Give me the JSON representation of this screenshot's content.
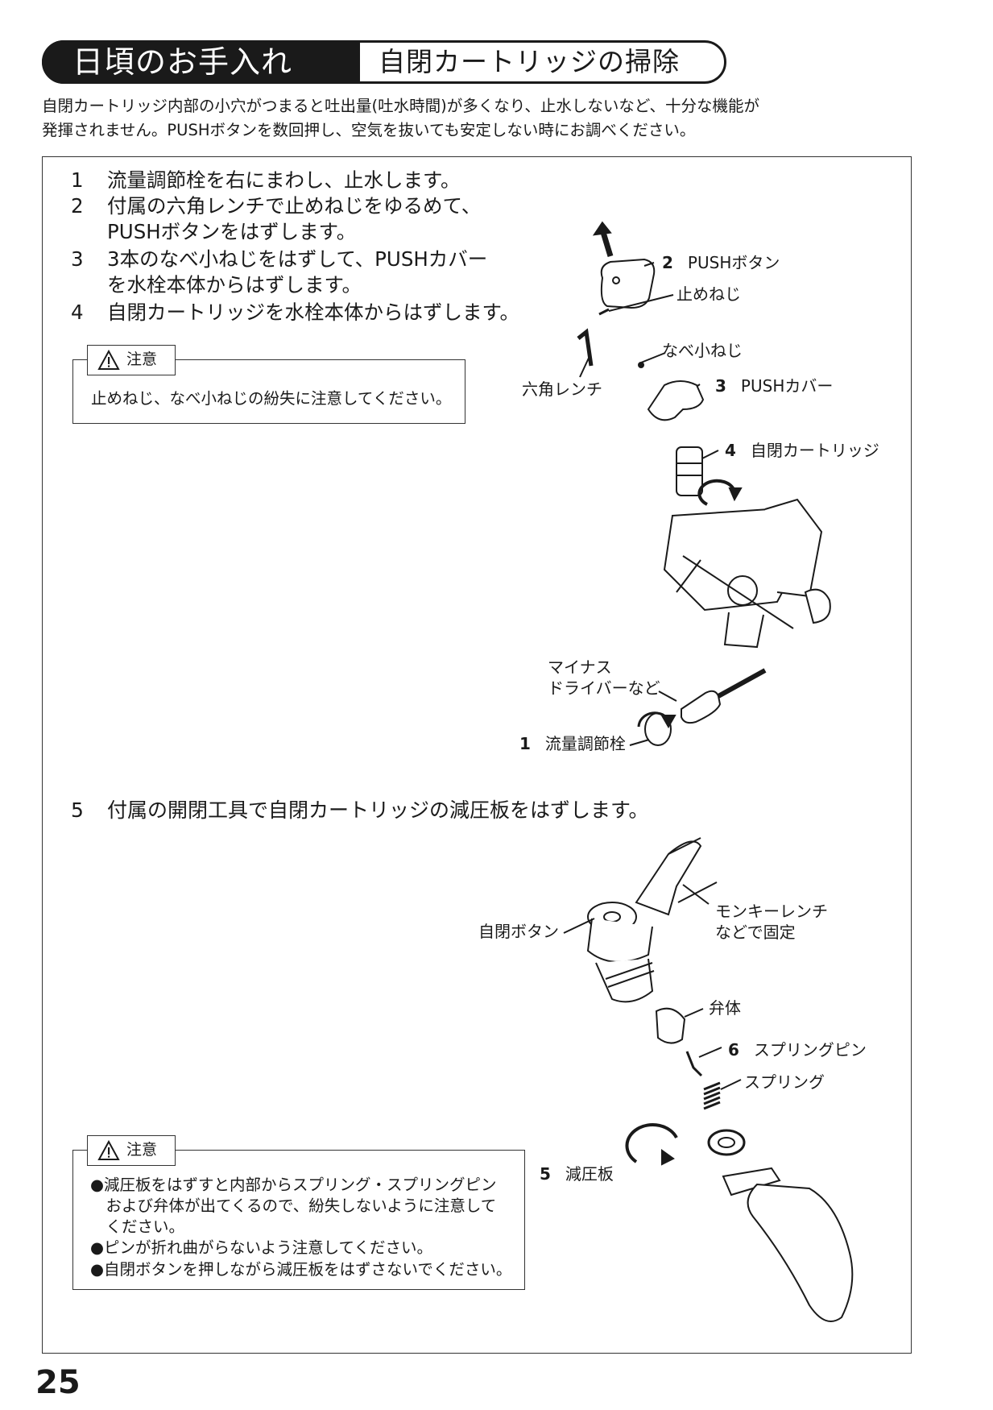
{
  "header": {
    "title": "日頃のお手入れ",
    "subtitle": "自閉カートリッジの掃除"
  },
  "intro": [
    "自閉カートリッジ内部の小穴がつまると吐出量(吐水時間)が多くなり、止水しないなど、十分な機能が",
    "発揮されません。PUSHボタンを数回押し、空気を抜いても安定しない時にお調べください。"
  ],
  "steps": [
    {
      "num": "1",
      "text": "流量調節栓を右にまわし、止水します。"
    },
    {
      "num": "2",
      "text": "付属の六角レンチで止めねじをゆるめて、"
    },
    {
      "num": "",
      "text": "PUSHボタンをはずします。"
    },
    {
      "num": "3",
      "text": "3本のなべ小ねじをはずして、PUSHカバー"
    },
    {
      "num": "",
      "text": "を水栓本体からはずします。"
    },
    {
      "num": "4",
      "text": "自閉カートリッジを水栓本体からはずします。"
    }
  ],
  "caution1": {
    "title": "注意",
    "text": "止めねじ、なべ小ねじの紛失に注意してください。"
  },
  "figure1_labels": {
    "push_button_num": "2",
    "push_button": "PUSHボタン",
    "set_screw": "止めねじ",
    "pan_screw": "なべ小ねじ",
    "hex_wrench": "六角レンチ",
    "push_cover_num": "3",
    "push_cover": "PUSHカバー",
    "cartridge_num": "4",
    "cartridge": "自閉カートリッジ",
    "driver_line1": "マイナス",
    "driver_line2": "ドライバーなど",
    "flow_valve_num": "1",
    "flow_valve": "流量調節栓"
  },
  "step5": {
    "num": "5",
    "text": "付属の開閉工具で自閉カートリッジの減圧板をはずします。"
  },
  "figure2_labels": {
    "closing_button": "自閉ボタン",
    "monkey_line1": "モンキーレンチ",
    "monkey_line2": "などで固定",
    "valve_body": "弁体",
    "spring_pin_num": "6",
    "spring_pin": "スプリングピン",
    "spring": "スプリング",
    "pressure_plate_num": "5",
    "pressure_plate": "減圧板"
  },
  "caution2": {
    "title": "注意",
    "lines": [
      "●減圧板をはずすと内部からスプリング・スプリングピン",
      "　および弁体が出てくるので、紛失しないように注意して",
      "　ください。",
      "●ピンが折れ曲がらないよう注意してください。",
      "●自閉ボタンを押しながら減圧板をはずさないでください。"
    ]
  },
  "page_number": "25"
}
